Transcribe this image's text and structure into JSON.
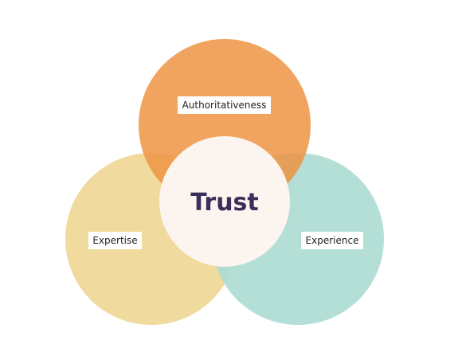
{
  "diagram": {
    "center_label": "Trust",
    "circles": [
      {
        "key": "top",
        "label": "Authoritativeness",
        "color": "#ee9443"
      },
      {
        "key": "left",
        "label": "Expertise",
        "color": "#efd796"
      },
      {
        "key": "right",
        "label": "Experience",
        "color": "#addcd4"
      }
    ],
    "center_color": "#fcf4ee",
    "text_color": "#3a2f5a"
  }
}
